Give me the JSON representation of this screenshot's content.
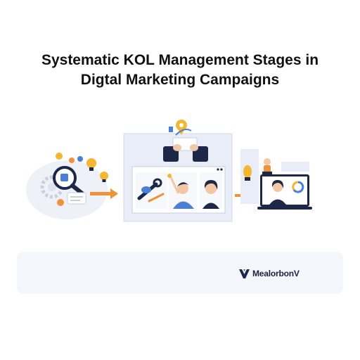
{
  "title": {
    "line1": "Systematic KOL Management Stages in",
    "line2": "Digtal Marketing Campaigns"
  },
  "footer": {
    "brand_name": "MealorbonV"
  },
  "colors": {
    "navy": "#1d2748",
    "orange": "#f0923a",
    "yellow": "#f5b731",
    "blue": "#4b7fd6",
    "panel": "#e9edf8",
    "footer_bg": "#f4f6fb"
  },
  "icons": [
    "magnifier-icon",
    "lightbulb-icon",
    "gear-icon",
    "arrow-right-icon",
    "location-pin-icon",
    "chart-ring-icon",
    "brand-logo-icon"
  ]
}
